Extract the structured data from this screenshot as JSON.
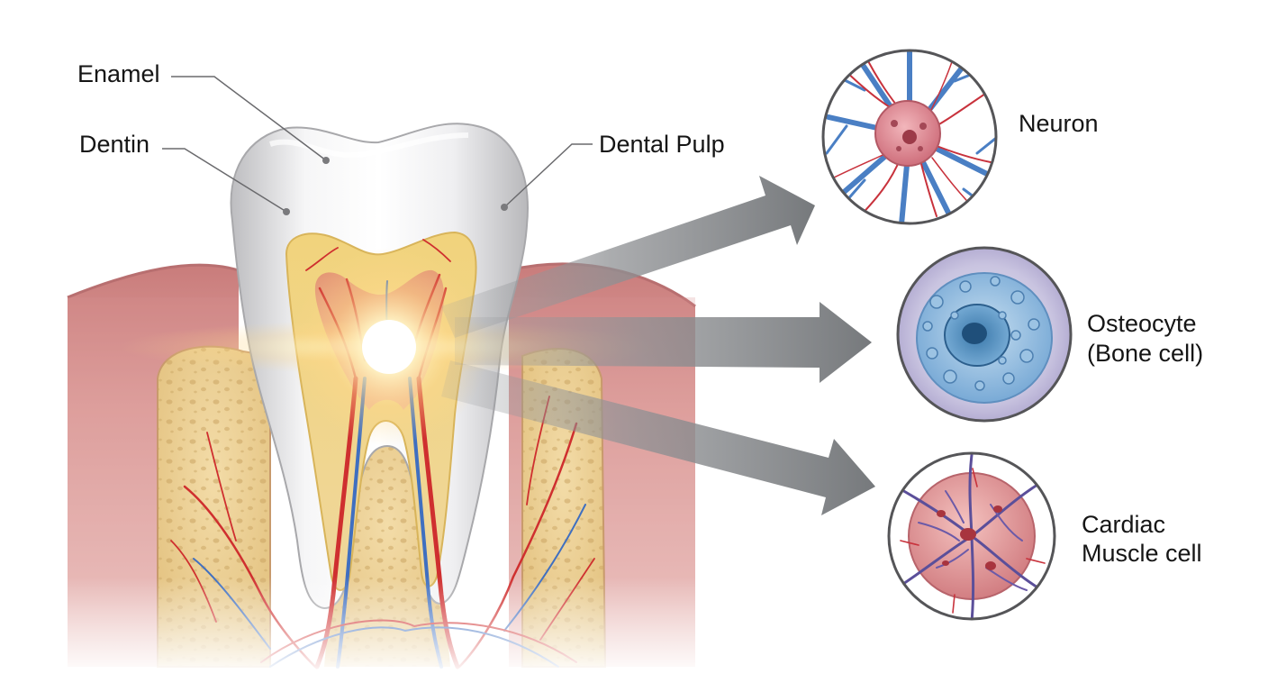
{
  "labels": {
    "enamel": "Enamel",
    "dentin": "Dentin",
    "dental_pulp": "Dental Pulp",
    "neuron": "Neuron",
    "osteocyte_line1": "Osteocyte",
    "osteocyte_line2": "(Bone cell)",
    "cardiac_line1": "Cardiac",
    "cardiac_line2": "Muscle cell"
  },
  "colors": {
    "gum": "#d99a98",
    "bone": "#ecd196",
    "enamel": "#e9e9eb",
    "dentin": "#f2d98a",
    "pulp": "#e6a08b",
    "artery": "#cf2f2f",
    "vein": "#3f6fc0",
    "arrow": "#8a8d90",
    "osteocyte": "#7fb2d8",
    "cardiac": "#d98a8c"
  }
}
